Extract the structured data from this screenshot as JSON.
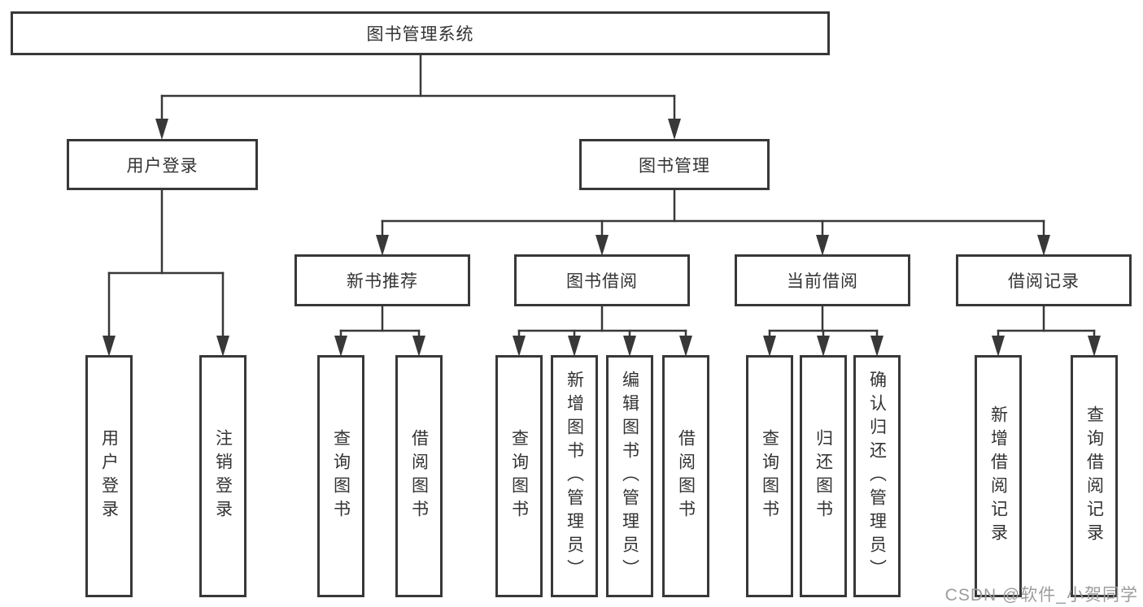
{
  "diagram": {
    "title": "图书管理系统",
    "root": {
      "label": "图书管理系统"
    },
    "branches": [
      {
        "label": "用户登录",
        "children": [
          {
            "label": "用户登录"
          },
          {
            "label": "注销登录"
          }
        ]
      },
      {
        "label": "图书管理",
        "children": [
          {
            "label": "新书推荐",
            "children": [
              {
                "label": "查询图书"
              },
              {
                "label": "借阅图书"
              }
            ]
          },
          {
            "label": "图书借阅",
            "children": [
              {
                "label": "查询图书"
              },
              {
                "label": "新增图书（管理员）"
              },
              {
                "label": "编辑图书（管理员）"
              },
              {
                "label": "借阅图书"
              }
            ]
          },
          {
            "label": "当前借阅",
            "children": [
              {
                "label": "查询图书"
              },
              {
                "label": "归还图书"
              },
              {
                "label": "确认归还（管理员）"
              }
            ]
          },
          {
            "label": "借阅记录",
            "children": [
              {
                "label": "新增借阅记录"
              },
              {
                "label": "查询借阅记录"
              }
            ]
          }
        ]
      }
    ]
  },
  "watermark": {
    "text": "CSDN @软件_小贺同学"
  },
  "colors": {
    "line": "#383838",
    "text": "#333333",
    "watermark": "#9c9c9c",
    "background": "#ffffff"
  }
}
